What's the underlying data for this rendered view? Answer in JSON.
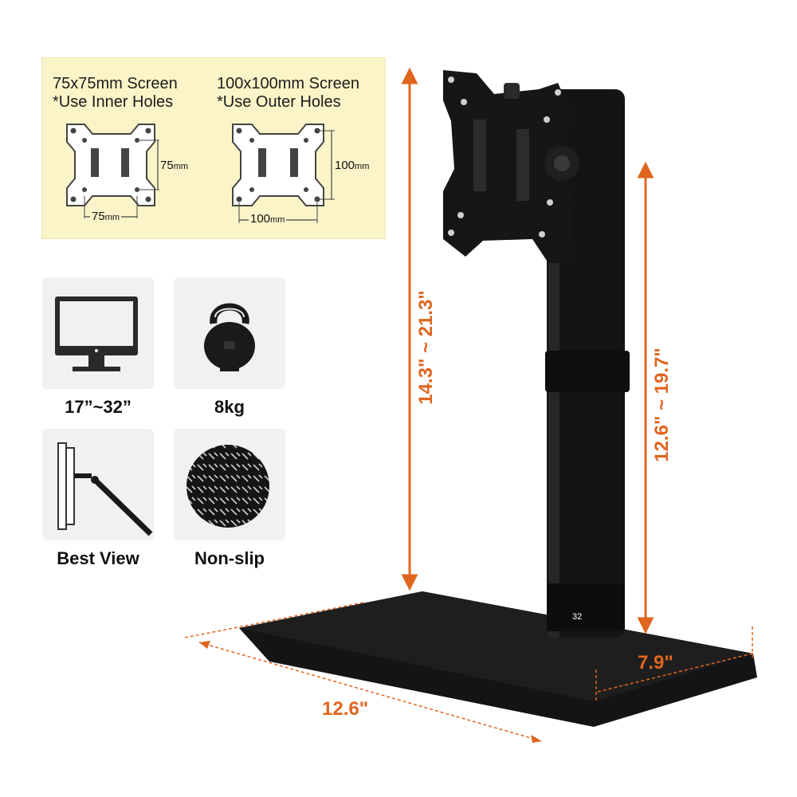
{
  "vesa_panel": {
    "small": {
      "title_line1": "75x75mm Screen",
      "title_line2": "*Use Inner Holes",
      "dim_h": "75",
      "dim_w": "75",
      "unit": "mm"
    },
    "large": {
      "title_line1": "100x100mm Screen",
      "title_line2": "*Use Outer Holes",
      "dim_h": "100",
      "dim_w": "100",
      "unit": "mm"
    }
  },
  "features": [
    {
      "label": "17”~32”",
      "icon": "monitor-icon"
    },
    {
      "label": "8kg",
      "icon": "kettlebell-icon"
    },
    {
      "label": "Best View",
      "icon": "tilt-view-icon"
    },
    {
      "label": "Non-slip",
      "icon": "non-slip-pad-icon"
    }
  ],
  "dimensions": {
    "total_height": "14.3\" ~ 21.3\"",
    "pole_height": "12.6\" ~ 19.7\"",
    "base_depth": "7.9\"",
    "base_width": "12.6\""
  },
  "pole_marker": "32",
  "colors": {
    "accent": "#e0651f",
    "panel_bg": "#fbf4c8",
    "product": "#111111",
    "card_bg": "#f1f1f1"
  }
}
